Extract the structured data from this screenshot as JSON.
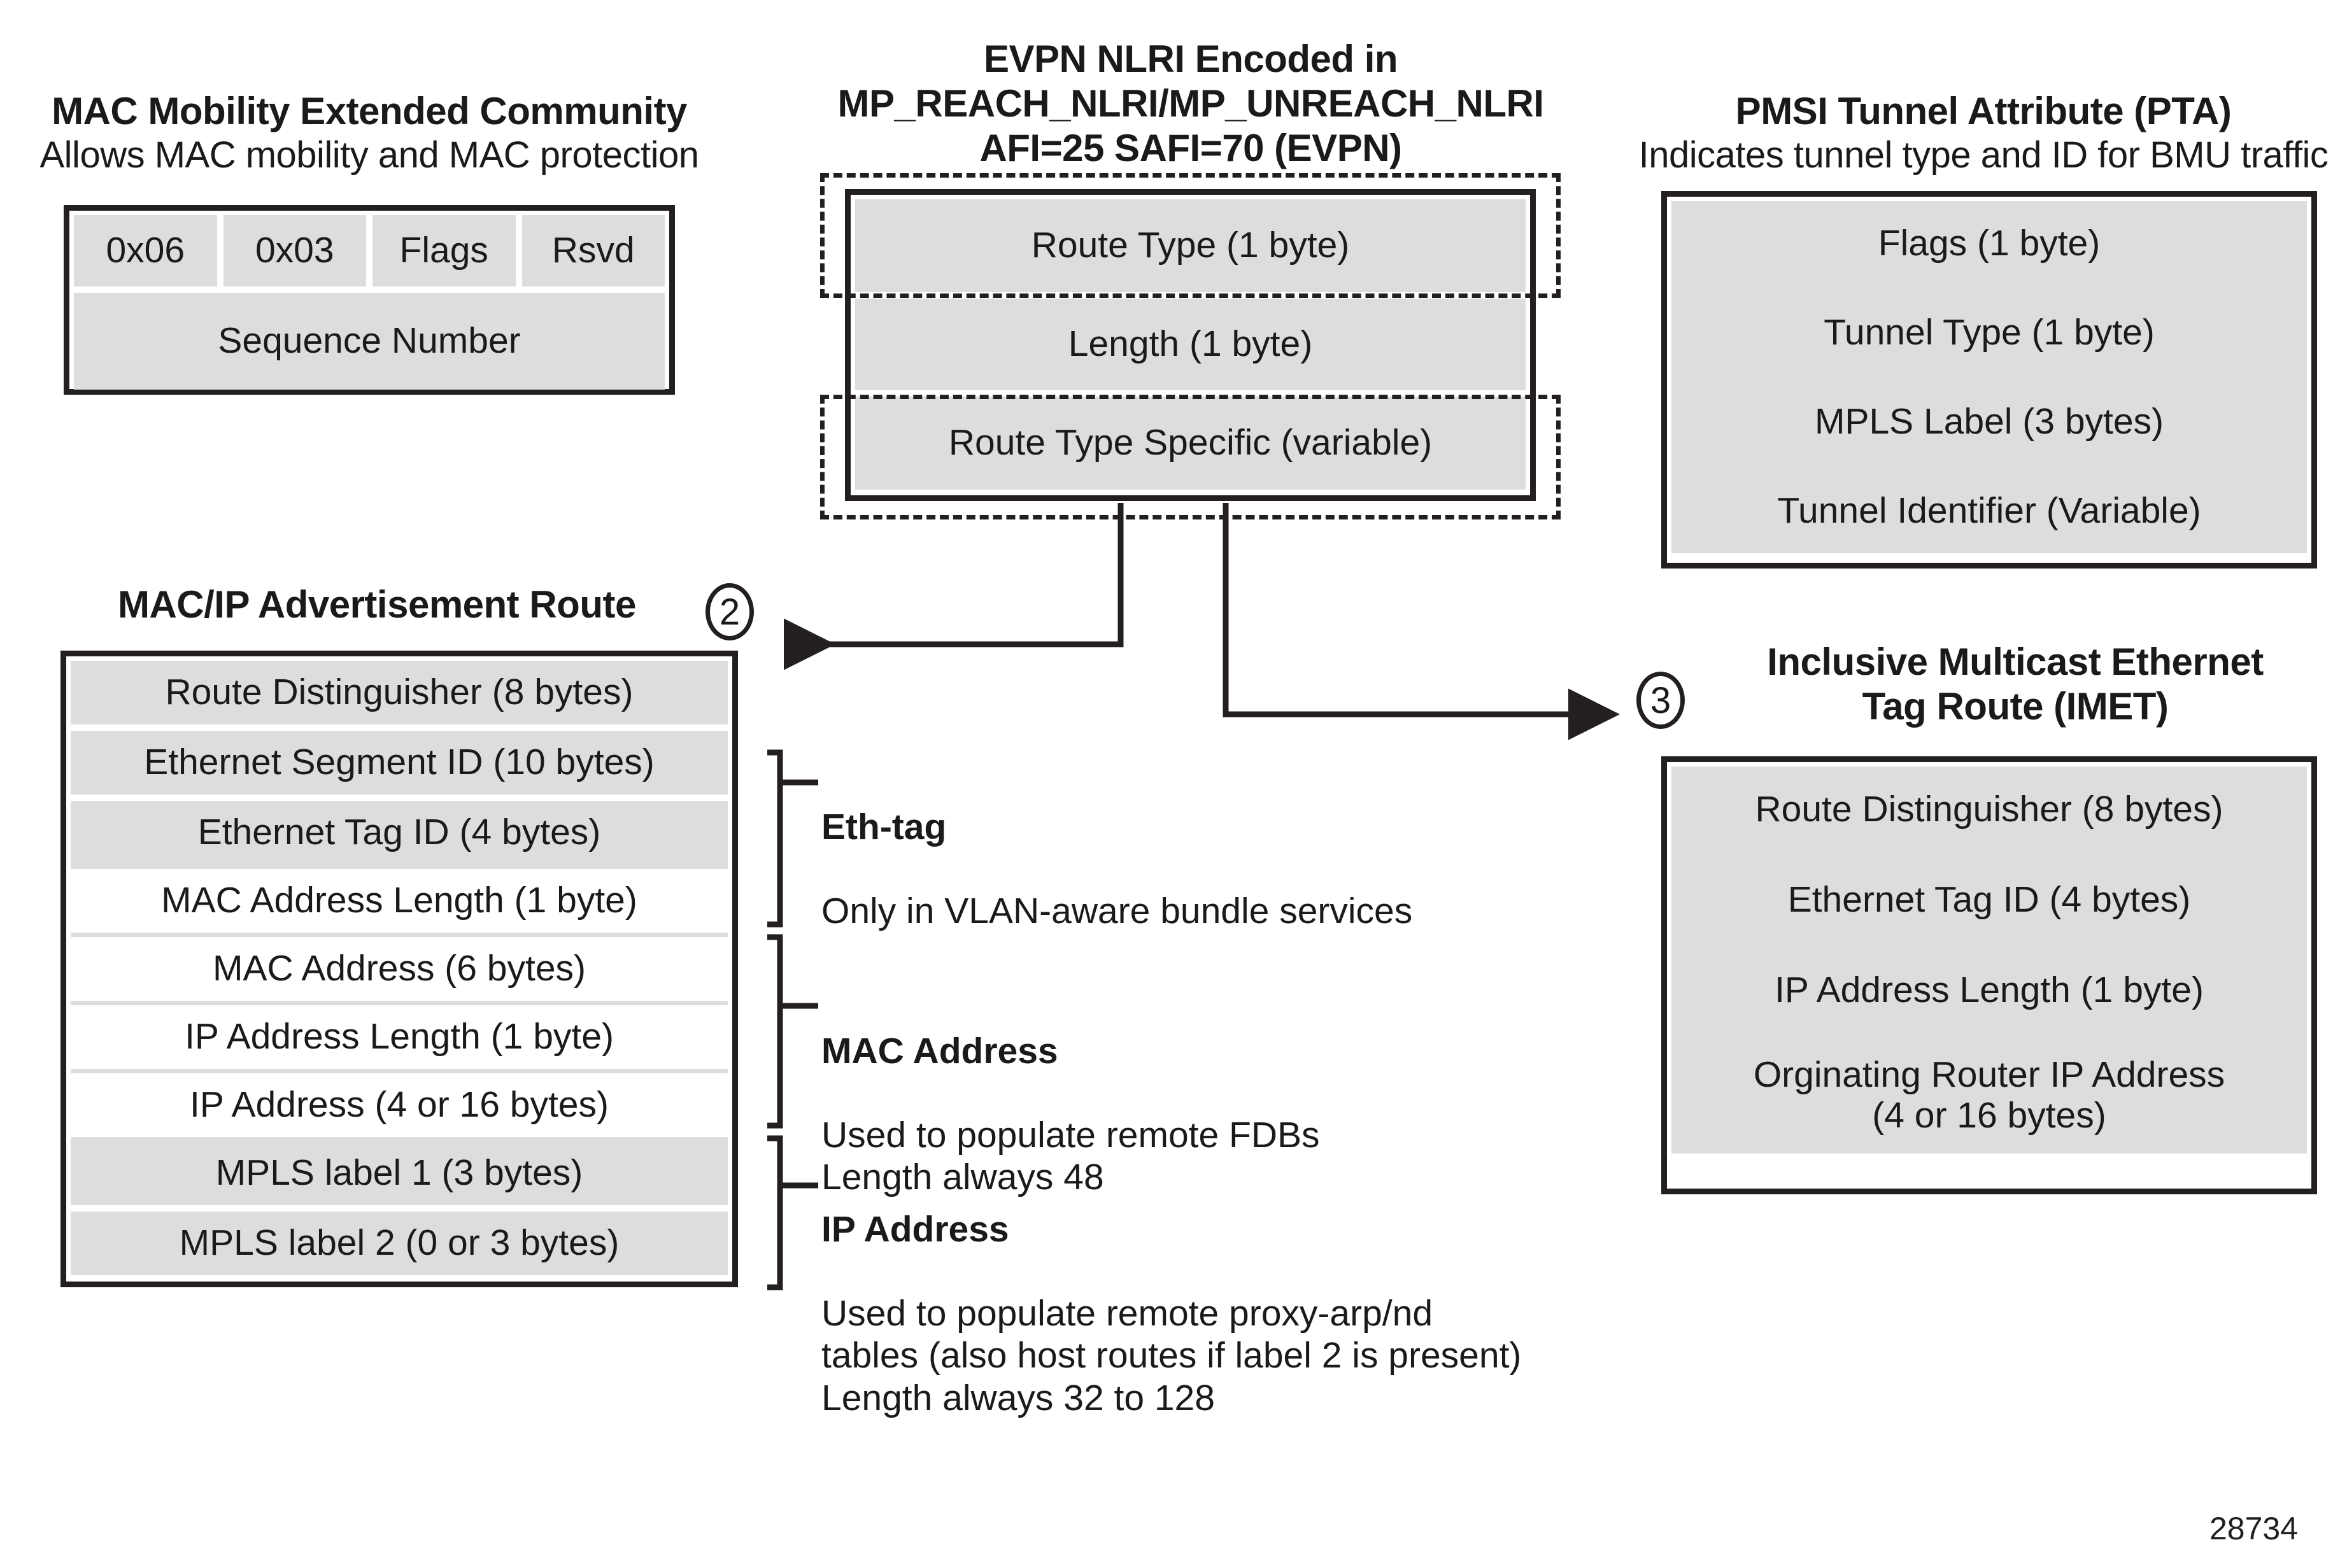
{
  "figure": {
    "id_number": "28734"
  },
  "mac_mobility": {
    "title": "MAC Mobility Extended Community",
    "subtitle": "Allows MAC mobility and MAC protection",
    "top_row": [
      "0x06",
      "0x03",
      "Flags",
      "Rsvd"
    ],
    "bottom_row": "Sequence Number"
  },
  "evpn_nlri": {
    "title_line1": "EVPN NLRI Encoded in",
    "title_line2": "MP_REACH_NLRI/MP_UNREACH_NLRI",
    "title_line3": "AFI=25 SAFI=70 (EVPN)",
    "rows": [
      "Route Type (1 byte)",
      "Length (1 byte)",
      "Route Type Specific (variable)"
    ]
  },
  "pta": {
    "title": "PMSI Tunnel Attribute (PTA)",
    "subtitle": "Indicates tunnel type and ID for BMU traffic",
    "rows": [
      "Flags (1 byte)",
      "Tunnel Type (1 byte)",
      "MPLS Label (3 bytes)",
      "Tunnel Identifier (Variable)"
    ]
  },
  "mac_ip_route": {
    "title": "MAC/IP Advertisement Route",
    "step_number": "2",
    "rows": [
      "Route Distinguisher (8 bytes)",
      "Ethernet Segment ID (10 bytes)",
      "Ethernet Tag ID (4 bytes)",
      "MAC Address Length (1 byte)",
      "MAC Address (6 bytes)",
      "IP Address Length (1 byte)",
      "IP Address (4 or 16 bytes)",
      "MPLS label 1 (3 bytes)",
      "MPLS label 2 (0 or 3 bytes)"
    ]
  },
  "annotations": [
    {
      "heading": "Eth-tag",
      "body": "Only in VLAN-aware bundle services"
    },
    {
      "heading": "MAC Address",
      "body": "Used to populate remote FDBs\nLength always 48"
    },
    {
      "heading": "IP Address",
      "body": "Used to populate remote proxy-arp/nd\ntables (also host routes if label 2 is present)\nLength always 32 to 128"
    }
  ],
  "imet": {
    "title_line1": "Inclusive Multicast Ethernet",
    "title_line2": "Tag Route (IMET)",
    "step_number": "3",
    "rows": [
      "Route Distinguisher (8 bytes)",
      "Ethernet Tag ID (4 bytes)",
      "IP Address Length (1 byte)",
      "Orginating Router IP Address\n(4 or 16 bytes)"
    ]
  },
  "colors": {
    "cell_fill": "#dcdddf",
    "border": "#231f20",
    "background": "#ffffff"
  }
}
